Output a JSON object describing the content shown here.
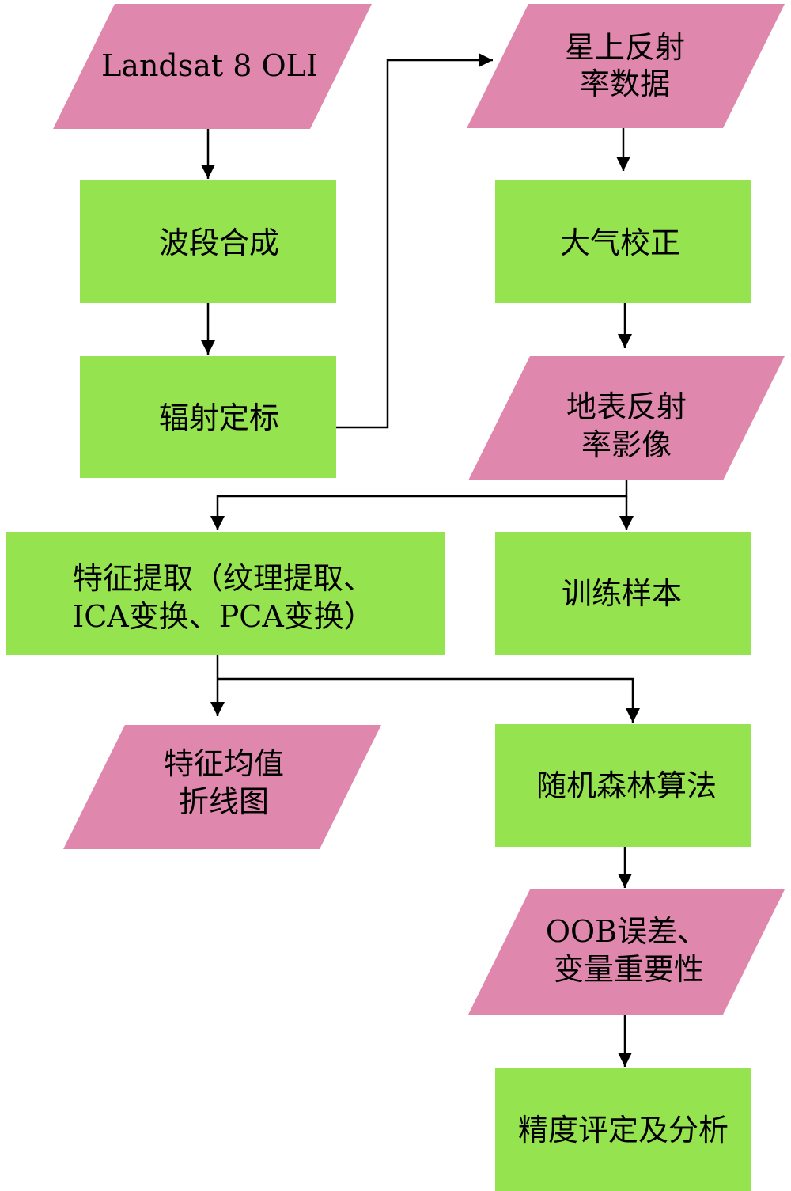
{
  "colors": {
    "process_fill": "#95e34f",
    "data_fill": "#e087ad",
    "line": "#000000",
    "text": "#000000"
  },
  "nodes": {
    "landsat": {
      "shape": "parallelogram",
      "lines": [
        "Landsat 8 OLI"
      ]
    },
    "band_composite": {
      "shape": "rectangle",
      "lines": [
        "波段合成"
      ]
    },
    "radiometric_calibration": {
      "shape": "rectangle",
      "lines": [
        "辐射定标"
      ]
    },
    "toa_reflectance": {
      "shape": "parallelogram",
      "lines": [
        "星上反射",
        "率数据"
      ]
    },
    "atmospheric_correction": {
      "shape": "rectangle",
      "lines": [
        "大气校正"
      ]
    },
    "surface_reflectance": {
      "shape": "parallelogram",
      "lines": [
        "地表反射",
        "率影像"
      ]
    },
    "feature_extraction": {
      "shape": "rectangle",
      "lines": [
        "特征提取（纹理提取、",
        "ICA变换、PCA变换）"
      ]
    },
    "training_samples": {
      "shape": "rectangle",
      "lines": [
        "训练样本"
      ]
    },
    "feature_mean_chart": {
      "shape": "parallelogram",
      "lines": [
        "特征均值",
        "折线图"
      ]
    },
    "random_forest": {
      "shape": "rectangle",
      "lines": [
        "随机森林算法"
      ]
    },
    "oob_importance": {
      "shape": "parallelogram",
      "lines": [
        "OOB误差、",
        "变量重要性"
      ]
    },
    "accuracy_assessment": {
      "shape": "rectangle",
      "lines": [
        "精度评定及分析"
      ]
    }
  },
  "edges": [
    {
      "from": "landsat",
      "to": "band_composite"
    },
    {
      "from": "band_composite",
      "to": "radiometric_calibration"
    },
    {
      "from": "radiometric_calibration",
      "to": "toa_reflectance"
    },
    {
      "from": "toa_reflectance",
      "to": "atmospheric_correction"
    },
    {
      "from": "atmospheric_correction",
      "to": "surface_reflectance"
    },
    {
      "from": "surface_reflectance",
      "to": "feature_extraction"
    },
    {
      "from": "surface_reflectance",
      "to": "training_samples"
    },
    {
      "from": "feature_extraction",
      "to": "feature_mean_chart"
    },
    {
      "from": "feature_extraction",
      "to": "random_forest"
    },
    {
      "from": "random_forest",
      "to": "oob_importance"
    },
    {
      "from": "oob_importance",
      "to": "accuracy_assessment"
    }
  ]
}
